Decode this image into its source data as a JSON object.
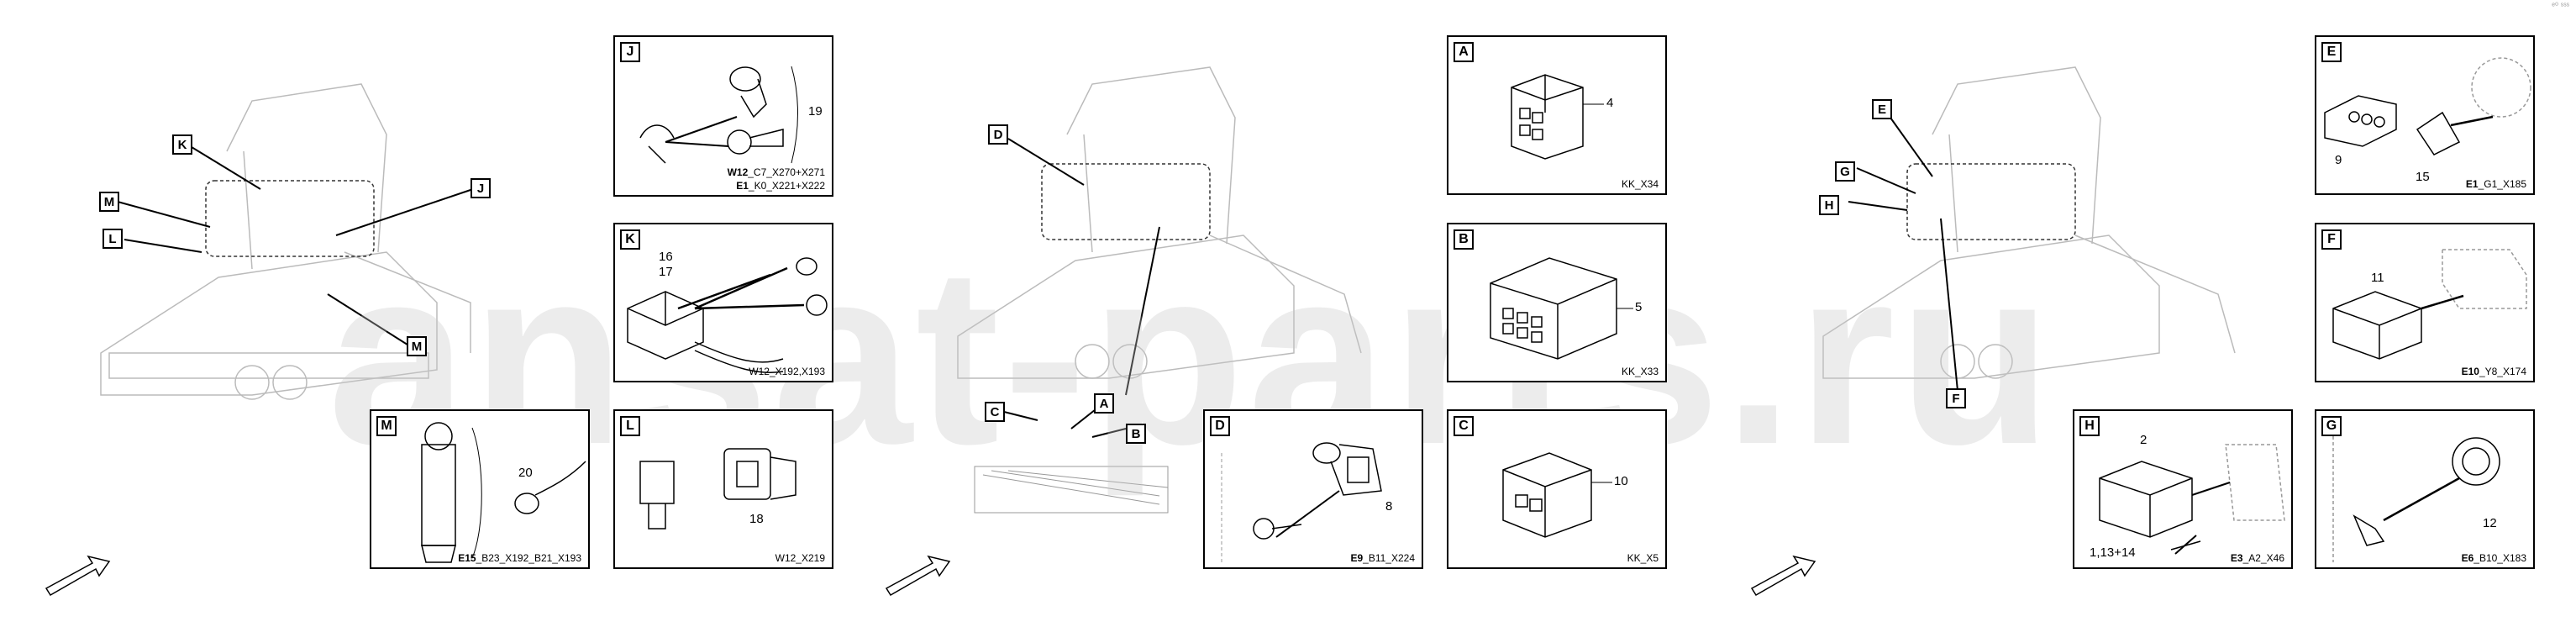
{
  "watermark": "ansat-parts.ru",
  "corner_mark": "ᵉ⁰ ˢˢˢ",
  "panels": {
    "J": {
      "tag": "J",
      "num": "19",
      "cap_bold": "W12",
      "cap1": "_C7_X270+X271",
      "cap_bold2": "E1",
      "cap2": "_K0_X221+X222"
    },
    "K": {
      "tag": "K",
      "num_a": "16",
      "num_b": "17",
      "cap": "W12_X192,X193"
    },
    "M": {
      "tag": "M",
      "num": "20",
      "cap_bold": "E15",
      "cap": "_B23_X192_B21_X193"
    },
    "L": {
      "tag": "L",
      "num": "18",
      "cap": "W12_X219"
    },
    "A": {
      "tag": "A",
      "num": "4",
      "cap": "KK_X34"
    },
    "B": {
      "tag": "B",
      "num": "5",
      "cap": "KK_X33"
    },
    "C": {
      "tag": "C",
      "num": "10",
      "cap": "KK_X5"
    },
    "D": {
      "tag": "D",
      "num": "8",
      "cap_bold": "E9",
      "cap": "_B11_X224"
    },
    "E": {
      "tag": "E",
      "num_a": "9",
      "num_b": "15",
      "cap_bold": "E1",
      "cap": "_G1_X185"
    },
    "F": {
      "tag": "F",
      "num": "11",
      "cap_bold": "E10",
      "cap": "_Y8_X174"
    },
    "H": {
      "tag": "H",
      "num_a": "2",
      "num_b": "1,13+14",
      "cap_bold": "E3",
      "cap": "_A2_X46"
    },
    "G": {
      "tag": "G",
      "num": "12",
      "cap_bold": "E6",
      "cap": "_B10_X183"
    }
  },
  "callouts": {
    "left": [
      "K",
      "M",
      "J",
      "L",
      "M"
    ],
    "middle": [
      "D",
      "C",
      "A",
      "B"
    ],
    "right": [
      "E",
      "G",
      "H",
      "F"
    ]
  }
}
